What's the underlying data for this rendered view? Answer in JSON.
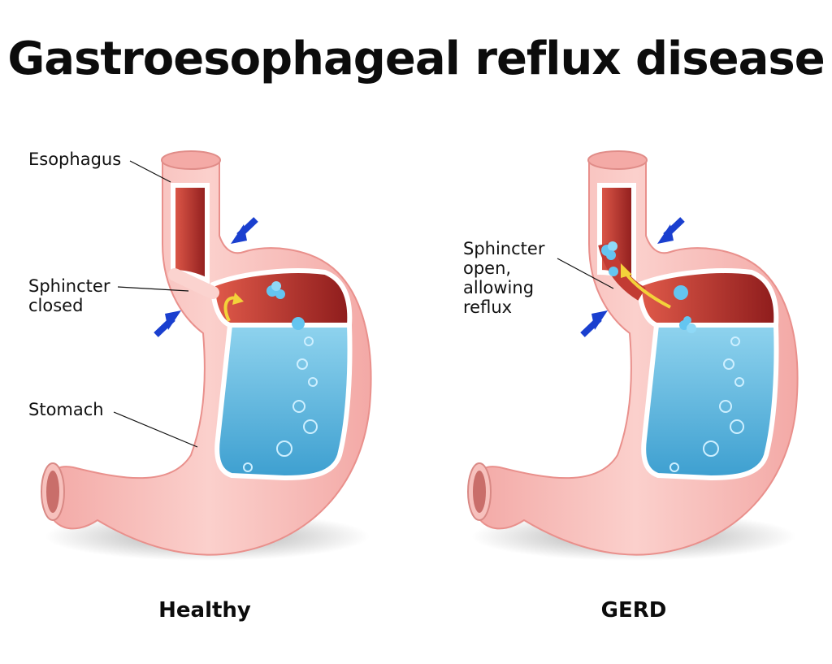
{
  "title": "Gastroesophageal reflux disease",
  "panels": [
    {
      "caption": "Healthy",
      "labels": {
        "esophagus": "Esophagus",
        "sphincter_line1": "Sphincter",
        "sphincter_line2": "closed",
        "stomach": "Stomach"
      },
      "sphincter_state": "closed"
    },
    {
      "caption": "GERD",
      "labels": {
        "sphincter_line1": "Sphincter",
        "sphincter_line2": "open,",
        "sphincter_line3": "allowing",
        "sphincter_line4": "reflux"
      },
      "sphincter_state": "open"
    }
  ],
  "colors": {
    "tissue": "#f6b3b0",
    "tissue_light": "#fbd3cf",
    "tissue_dark": "#e98d8b",
    "lumen": "#b12a2a",
    "acid": "#5bb8e0",
    "arrow_blue": "#1a3fcf",
    "arrow_yellow": "#f3d23a"
  },
  "icons": {
    "compression_arrow": "blue-arrow-icon",
    "reflux_arrow": "yellow-arrow-icon",
    "bubble": "bubble-icon"
  }
}
